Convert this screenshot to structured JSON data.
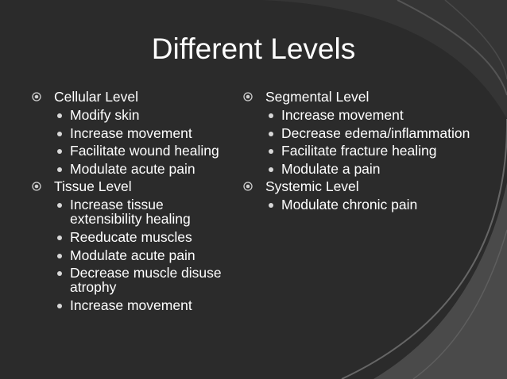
{
  "slide": {
    "title": "Different Levels",
    "left": [
      {
        "label": "Cellular Level",
        "items": [
          "Modify skin",
          "Increase movement",
          "Facilitate wound healing",
          "Modulate acute pain"
        ]
      },
      {
        "label": "Tissue Level",
        "items": [
          "Increase tissue extensibility healing",
          "Reeducate muscles",
          "Modulate acute pain",
          "Decrease muscle disuse atrophy",
          "Increase movement"
        ]
      }
    ],
    "right": [
      {
        "label": "Segmental Level",
        "items": [
          "Increase movement",
          "Decrease edema/inflammation",
          "Facilitate fracture healing",
          "Modulate a pain"
        ]
      },
      {
        "label": "Systemic Level",
        "items": [
          "Modulate chronic pain"
        ]
      }
    ]
  },
  "colors": {
    "background": "#2b2b2b",
    "text": "#ffffff",
    "arc": "#5a5a5a"
  },
  "icons": {
    "level1_bullet": "target-bullet-icon",
    "level2_bullet": "dot-bullet-icon"
  }
}
